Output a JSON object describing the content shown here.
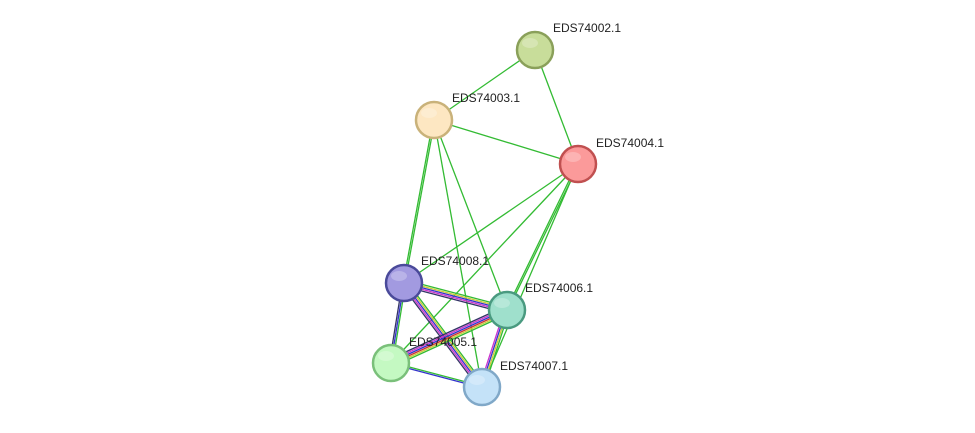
{
  "network": {
    "nodes": [
      {
        "id": "EDS74002.1",
        "label": "EDS74002.1",
        "fill": "#c8dd9a",
        "stroke": "#8aa05a"
      },
      {
        "id": "EDS74003.1",
        "label": "EDS74003.1",
        "fill": "#fde7c2",
        "stroke": "#c9b27a"
      },
      {
        "id": "EDS74004.1",
        "label": "EDS74004.1",
        "fill": "#fb9a9a",
        "stroke": "#c05050"
      },
      {
        "id": "EDS74008.1",
        "label": "EDS74008.1",
        "fill": "#a29ae0",
        "stroke": "#4a4a9a"
      },
      {
        "id": "EDS74006.1",
        "label": "EDS74006.1",
        "fill": "#9fe0cc",
        "stroke": "#4a9a80"
      },
      {
        "id": "EDS74005.1",
        "label": "EDS74005.1",
        "fill": "#c4f9c2",
        "stroke": "#7ac07a"
      },
      {
        "id": "EDS74007.1",
        "label": "EDS74007.1",
        "fill": "#c4e2f8",
        "stroke": "#80a8c8"
      }
    ],
    "edges": [
      {
        "from": "EDS74002.1",
        "to": "EDS74003.1",
        "colors": [
          "#33bb33"
        ]
      },
      {
        "from": "EDS74002.1",
        "to": "EDS74004.1",
        "colors": [
          "#33bb33"
        ]
      },
      {
        "from": "EDS74003.1",
        "to": "EDS74004.1",
        "colors": [
          "#33bb33"
        ]
      },
      {
        "from": "EDS74003.1",
        "to": "EDS74008.1",
        "colors": [
          "#33bb33",
          "#33bb33"
        ]
      },
      {
        "from": "EDS74003.1",
        "to": "EDS74006.1",
        "colors": [
          "#33bb33"
        ]
      },
      {
        "from": "EDS74003.1",
        "to": "EDS74007.1",
        "colors": [
          "#33bb33"
        ]
      },
      {
        "from": "EDS74004.1",
        "to": "EDS74008.1",
        "colors": [
          "#33bb33"
        ]
      },
      {
        "from": "EDS74004.1",
        "to": "EDS74006.1",
        "colors": [
          "#33bb33",
          "#33bb33"
        ]
      },
      {
        "from": "EDS74004.1",
        "to": "EDS74005.1",
        "colors": [
          "#33bb33"
        ]
      },
      {
        "from": "EDS74004.1",
        "to": "EDS74007.1",
        "colors": [
          "#33bb33"
        ]
      },
      {
        "from": "EDS74008.1",
        "to": "EDS74006.1",
        "colors": [
          "#33bb33",
          "#cccc33",
          "#3333cc",
          "#cc33cc",
          "#333366"
        ]
      },
      {
        "from": "EDS74008.1",
        "to": "EDS74005.1",
        "colors": [
          "#33bb33",
          "#3333cc",
          "#333366"
        ]
      },
      {
        "from": "EDS74008.1",
        "to": "EDS74007.1",
        "colors": [
          "#33bb33",
          "#cccc33",
          "#3333cc",
          "#cc33cc",
          "#333366"
        ]
      },
      {
        "from": "EDS74006.1",
        "to": "EDS74005.1",
        "colors": [
          "#33bb33",
          "#cccc33",
          "#cc3333",
          "#3333cc",
          "#cc33cc",
          "#333366"
        ]
      },
      {
        "from": "EDS74006.1",
        "to": "EDS74007.1",
        "colors": [
          "#33bb33",
          "#cccc33",
          "#3333cc",
          "#cc33cc"
        ]
      },
      {
        "from": "EDS74005.1",
        "to": "EDS74007.1",
        "colors": [
          "#33bb33",
          "#3333cc"
        ]
      }
    ]
  }
}
